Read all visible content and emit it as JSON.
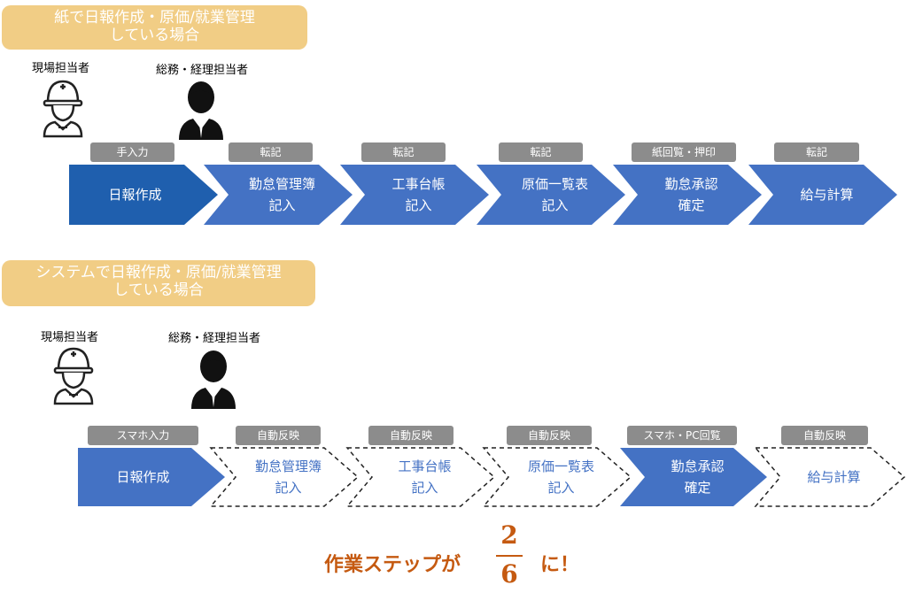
{
  "colors": {
    "banner": "#F1CD85",
    "tag": "#8C8C8C",
    "step_fill_dark": "#1F5FAE",
    "step_fill": "#4472C4",
    "dashed_text": "#4472C4",
    "accent": "#C55A11"
  },
  "section1": {
    "banner_line1": "紙で日報作成・原価/就業管理",
    "banner_line2": "している場合",
    "role_field": "現場担当者",
    "role_office": "総務・経理担当者",
    "steps": [
      {
        "tag": "手入力",
        "line1": "日報作成",
        "line2": ""
      },
      {
        "tag": "転記",
        "line1": "勤怠管理簿",
        "line2": "記入"
      },
      {
        "tag": "転記",
        "line1": "工事台帳",
        "line2": "記入"
      },
      {
        "tag": "転記",
        "line1": "原価一覧表",
        "line2": "記入"
      },
      {
        "tag": "紙回覧・押印",
        "line1": "勤怠承認",
        "line2": "確定"
      },
      {
        "tag": "転記",
        "line1": "給与計算",
        "line2": ""
      }
    ]
  },
  "section2": {
    "banner_line1": "システムで日報作成・原価/就業管理",
    "banner_line2": "している場合",
    "role_field": "現場担当者",
    "role_office": "総務・経理担当者",
    "steps": [
      {
        "tag": "スマホ入力",
        "line1": "日報作成",
        "line2": "",
        "style": "solid"
      },
      {
        "tag": "自動反映",
        "line1": "勤怠管理簿",
        "line2": "記入",
        "style": "dashed"
      },
      {
        "tag": "自動反映",
        "line1": "工事台帳",
        "line2": "記入",
        "style": "dashed"
      },
      {
        "tag": "自動反映",
        "line1": "原価一覧表",
        "line2": "記入",
        "style": "dashed"
      },
      {
        "tag": "スマホ・PC回覧",
        "line1": "勤怠承認",
        "line2": "確定",
        "style": "solid"
      },
      {
        "tag": "自動反映",
        "line1": "給与計算",
        "line2": "",
        "style": "dashed"
      }
    ]
  },
  "conclusion": {
    "prefix": "作業ステップが",
    "numerator": "2",
    "denominator": "6",
    "suffix": "に！"
  }
}
